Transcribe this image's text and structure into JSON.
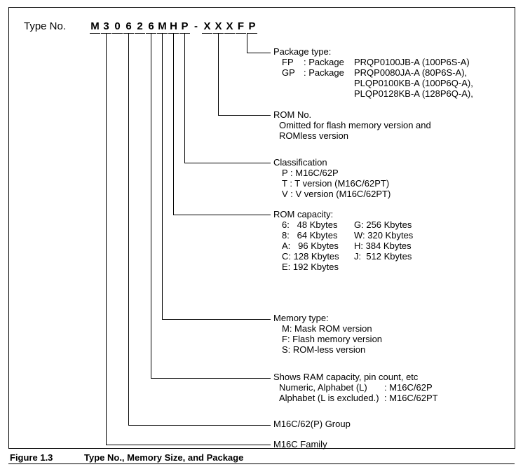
{
  "type_no": {
    "label": "Type No.",
    "chars": [
      "M",
      "3",
      "0",
      "6",
      "2",
      "6",
      "M",
      "H",
      "P",
      "-",
      "X",
      "X",
      "X",
      "F",
      "P"
    ]
  },
  "package": {
    "title": "Package type:",
    "rows": [
      {
        "code": "FP",
        "mid": ": Package",
        "value": "PRQP0100JB-A (100P6S-A)"
      },
      {
        "code": "GP",
        "mid": ": Package",
        "value": "PRQP0080JA-A (80P6S-A),"
      },
      {
        "code": "",
        "mid": "",
        "value": "PLQP0100KB-A (100P6Q-A),"
      },
      {
        "code": "",
        "mid": "",
        "value": "PLQP0128KB-A (128P6Q-A),"
      }
    ]
  },
  "rom_no": {
    "title": "ROM No.",
    "lines": [
      "Omitted for flash memory version and",
      "ROMless version"
    ]
  },
  "classification": {
    "title": "Classification",
    "lines": [
      "P : M16C/62P",
      "T : T version (M16C/62PT)",
      "V : V version (M16C/62PT)"
    ]
  },
  "rom_capacity": {
    "title": "ROM capacity:",
    "rows": [
      {
        "left": "6:   48 Kbytes",
        "right": "G: 256 Kbytes"
      },
      {
        "left": "8:   64 Kbytes",
        "right": "W: 320 Kbytes"
      },
      {
        "left": "A:   96 Kbytes",
        "right": "H: 384 Kbytes"
      },
      {
        "left": "C: 128 Kbytes",
        "right": "J:  512 Kbytes"
      },
      {
        "left": "E: 192 Kbytes",
        "right": ""
      }
    ]
  },
  "memory_type": {
    "title": "Memory type:",
    "lines": [
      "M: Mask ROM version",
      "F: Flash memory version",
      "S: ROM-less version"
    ]
  },
  "ram": {
    "title": "Shows RAM capacity, pin count, etc",
    "rows": [
      {
        "desc": "Numeric, Alphabet (L)",
        "value": ": M16C/62P"
      },
      {
        "desc": "Alphabet (L is excluded.)",
        "value": ": M16C/62PT"
      }
    ]
  },
  "group_label": "M16C/62(P) Group",
  "family_label": "M16C Family",
  "caption": {
    "figure": "Figure 1.3",
    "title": "Type No., Memory Size, and Package"
  },
  "colors": {
    "ink": "#000000",
    "paper": "#ffffff"
  }
}
